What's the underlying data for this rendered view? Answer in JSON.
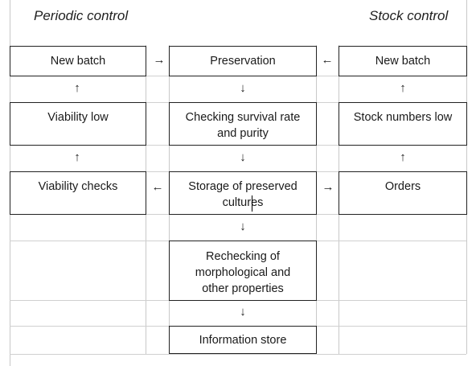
{
  "headers": {
    "left": "Periodic control",
    "right": "Stock control"
  },
  "boxes": {
    "new_batch_left": "New batch",
    "preservation": "Preservation",
    "new_batch_right": "New batch",
    "viability_low": "Viability low",
    "checking_survival": "Checking survival rate and purity",
    "stock_numbers_low": "Stock numbers low",
    "viability_checks": "Viability checks",
    "storage_preserved": "Storage of preserved cultures",
    "orders": "Orders",
    "rechecking": "Rechecking of morphological and other properties",
    "information_store": "Information store"
  },
  "arrows": {
    "right": "→",
    "left": "←",
    "up": "↑",
    "down": "↓"
  }
}
